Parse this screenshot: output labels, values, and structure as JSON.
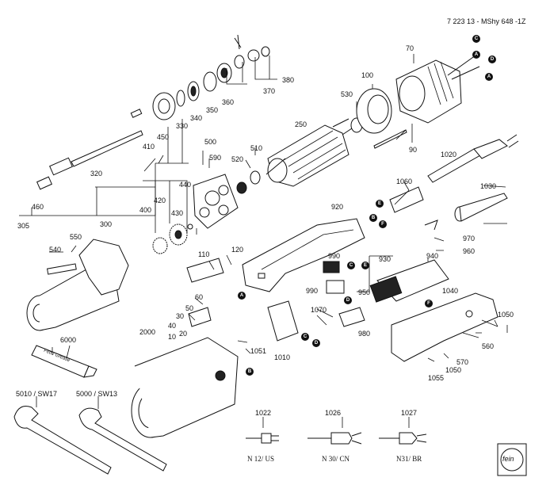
{
  "header": {
    "doc_id": "7 223 13 - MShy 648 -1Z"
  },
  "parts": {
    "p10": "10",
    "p20": "20",
    "p30": "30",
    "p40": "40",
    "p50": "50",
    "p60": "60",
    "p70": "70",
    "p90": "90",
    "p100": "100",
    "p110": "110",
    "p120": "120",
    "p250": "250",
    "p300": "300",
    "p305": "305",
    "p320": "320",
    "p330": "330",
    "p340": "340",
    "p350": "350",
    "p360": "360",
    "p370": "370",
    "p380": "380",
    "p400": "400",
    "p410": "410",
    "p420": "420",
    "p430": "430",
    "p440": "440",
    "p450": "450",
    "p460": "460",
    "p500": "500",
    "p510": "510",
    "p520": "520",
    "p530": "530",
    "p540": "540",
    "p550": "550",
    "p560": "560",
    "p570": "570",
    "p590": "590",
    "p920": "920",
    "p930": "930",
    "p940": "940",
    "p950": "950",
    "p960": "960",
    "p970": "970",
    "p980": "980",
    "p990a": "990",
    "p990b": "990",
    "p1010": "1010",
    "p1020": "1020",
    "p1022": "1022",
    "p1026": "1026",
    "p1027": "1027",
    "p1030": "1030",
    "p1040": "1040",
    "p1050a": "1050",
    "p1050b": "1050",
    "p1051": "1051",
    "p1055": "1055",
    "p1060": "1060",
    "p1070": "1070",
    "p2000": "2000",
    "p5000": "5000 / SW13",
    "p5010": "5010 / SW17",
    "p6000": "6000"
  },
  "plug_captions": {
    "us": "N 12/ US",
    "cn": "N 30/ CN",
    "br": "N31/ BR"
  },
  "grease_tube_text": "Fett / Grease",
  "markers": {
    "A": "A",
    "B": "B",
    "C": "C",
    "D": "D",
    "E": "E",
    "F": "F"
  },
  "brand_logo": "fein"
}
